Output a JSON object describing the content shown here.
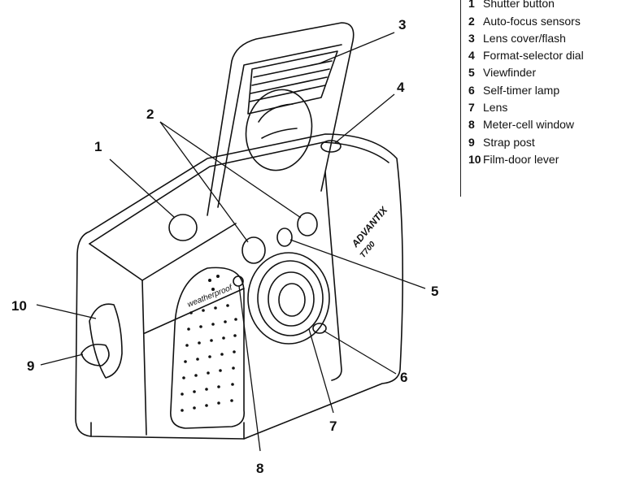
{
  "diagram": {
    "callouts": [
      "1",
      "2",
      "3",
      "4",
      "5",
      "6",
      "7",
      "8",
      "9",
      "10"
    ],
    "brand_text": "ADVANTIX",
    "model_text": "T700",
    "body_text": "weatherproof"
  },
  "legend": [
    {
      "number": "1",
      "label": "Shutter button"
    },
    {
      "number": "2",
      "label": "Auto-focus sensors"
    },
    {
      "number": "3",
      "label": "Lens cover/flash"
    },
    {
      "number": "4",
      "label": "Format-selector dial"
    },
    {
      "number": "5",
      "label": "Viewfinder"
    },
    {
      "number": "6",
      "label": "Self-timer lamp"
    },
    {
      "number": "7",
      "label": "Lens"
    },
    {
      "number": "8",
      "label": "Meter-cell window"
    },
    {
      "number": "9",
      "label": "Strap post"
    },
    {
      "number": "10",
      "label": "Film-door lever"
    }
  ]
}
